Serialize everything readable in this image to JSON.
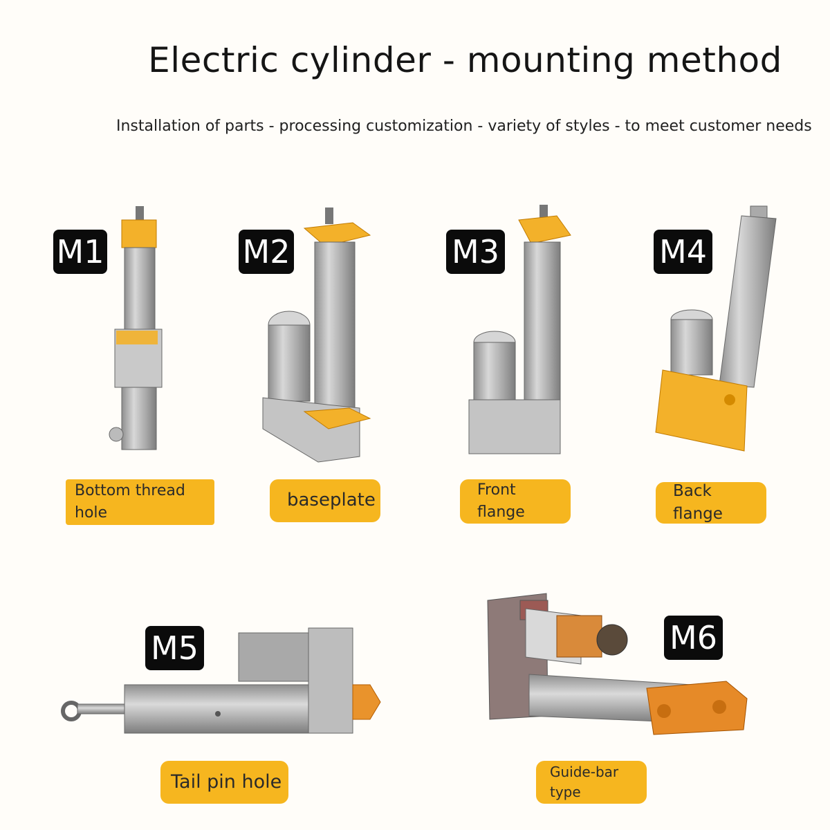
{
  "title": "Electric cylinder - mounting method",
  "subtitle": "Installation of parts - processing customization - variety of styles - to meet customer needs",
  "items": [
    {
      "code": "M1",
      "label": "Bottom thread\nhole"
    },
    {
      "code": "M2",
      "label": "baseplate"
    },
    {
      "code": "M3",
      "label": "Front\nflange"
    },
    {
      "code": "M4",
      "label": "Back flange"
    },
    {
      "code": "M5",
      "label": "Tail pin hole"
    },
    {
      "code": "M6",
      "label": "Guide-bar\ntype"
    }
  ],
  "colors": {
    "accent": "#f6b61f",
    "badge": "#0b0b0b",
    "metal": "#b9b9b9",
    "orange": "#e89a2a"
  }
}
